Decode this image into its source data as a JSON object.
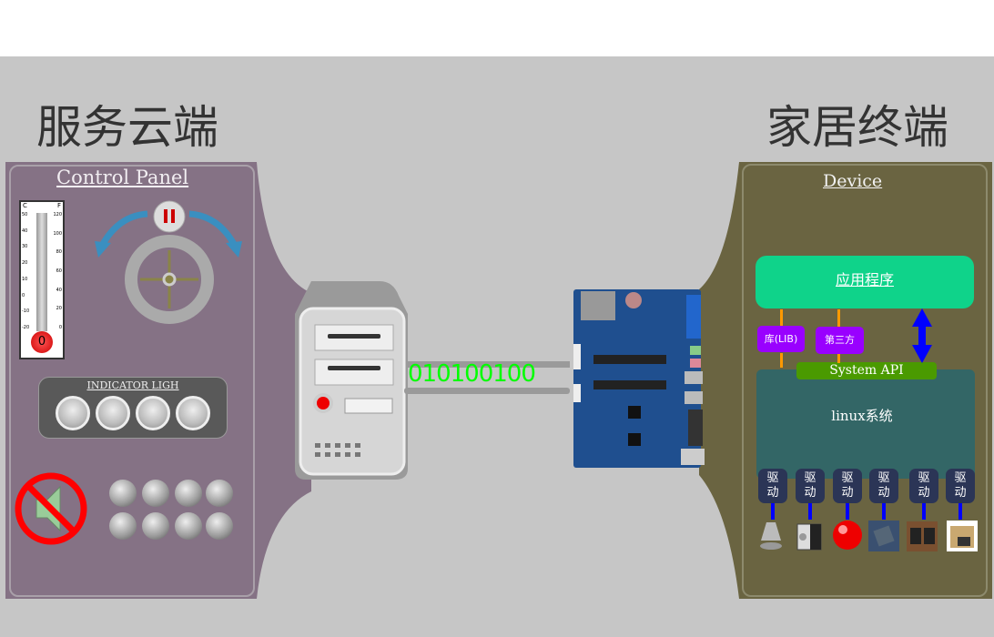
{
  "titles": {
    "left": "服务云端",
    "right": "家居终端"
  },
  "control_panel": {
    "title": "Control Panel",
    "thermometer": {
      "c_label": "C",
      "f_label": "F",
      "c_ticks": [
        "50",
        "40",
        "30",
        "20",
        "10",
        "0",
        "-10",
        "-20"
      ],
      "f_ticks": [
        "120",
        "100",
        "80",
        "60",
        "40",
        "20",
        "0"
      ],
      "value": "0"
    },
    "indicator_title": "INDICATOR  LIGH"
  },
  "link": {
    "binary": "010100100"
  },
  "device": {
    "title": "Device",
    "app": "应用程序",
    "lib": "库(LIB)",
    "third": "第三方",
    "api": "System API",
    "os": "linux系统",
    "driver": "驱\n动",
    "drivers": [
      "驱动",
      "驱动",
      "驱动",
      "驱动",
      "驱动",
      "驱动"
    ],
    "peripherals": [
      "speaker",
      "stepper-motor",
      "red-light",
      "chip",
      "buttons",
      "ethernet-port"
    ]
  },
  "colors": {
    "left_panel": "#857285",
    "right_panel": "#6a6441",
    "app": "#0fd38a",
    "lib": "#9900ff",
    "api": "#4a9a00",
    "os": "#336666",
    "binary": "#00ff00"
  }
}
